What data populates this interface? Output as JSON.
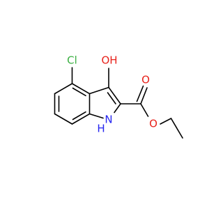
{
  "molecule": {
    "atoms": {
      "cl": "Cl",
      "oh": "OH",
      "nh_n": "N",
      "nh_h": "H",
      "o_carbonyl": "O",
      "o_ester": "O"
    },
    "colors": {
      "bond": "#000000",
      "chlorine": "#3cb043",
      "oxygen": "#e8221b",
      "nitrogen": "#2424f0"
    }
  }
}
